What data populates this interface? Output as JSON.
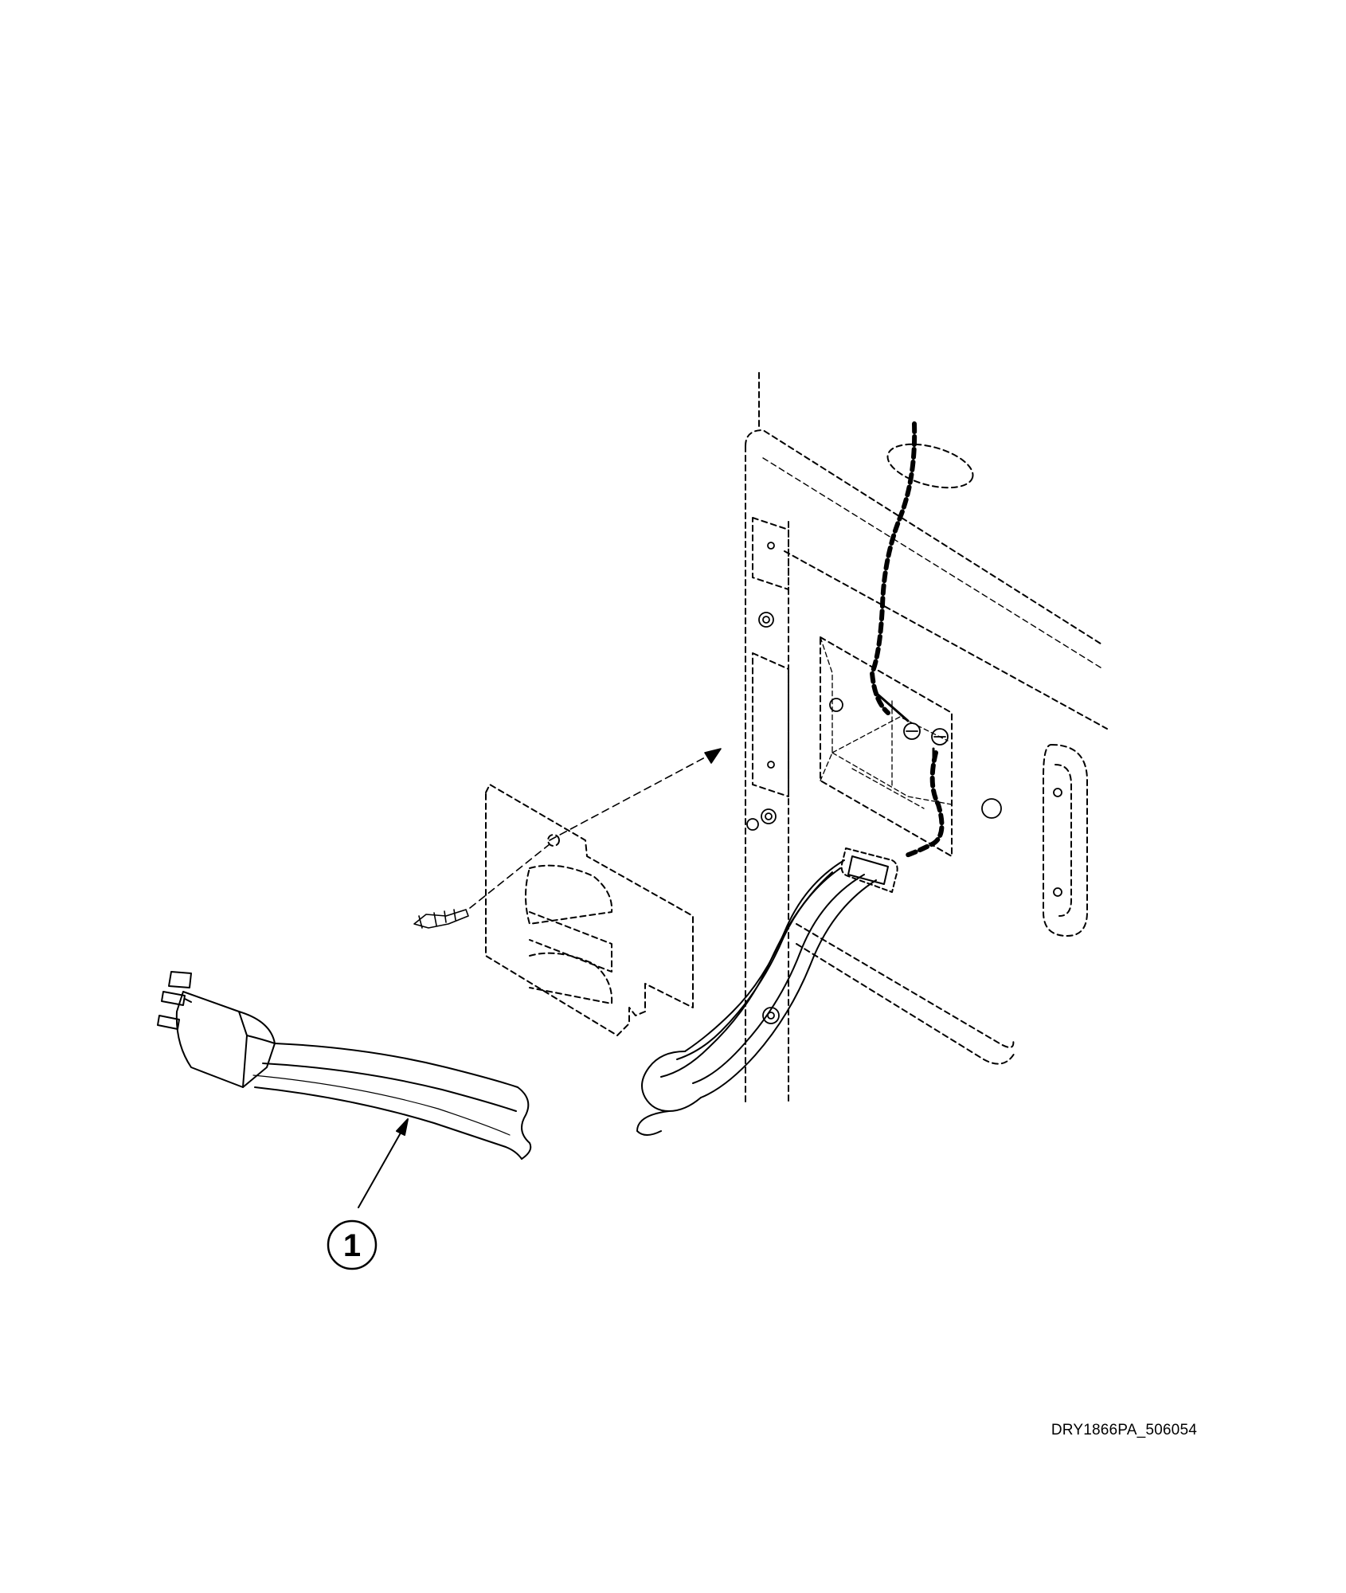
{
  "diagram": {
    "callouts": [
      {
        "id": "1",
        "label": "1"
      }
    ],
    "figure_code": "DRY1866PA_506054",
    "colors": {
      "ink": "#000000",
      "background": "#ffffff"
    }
  }
}
